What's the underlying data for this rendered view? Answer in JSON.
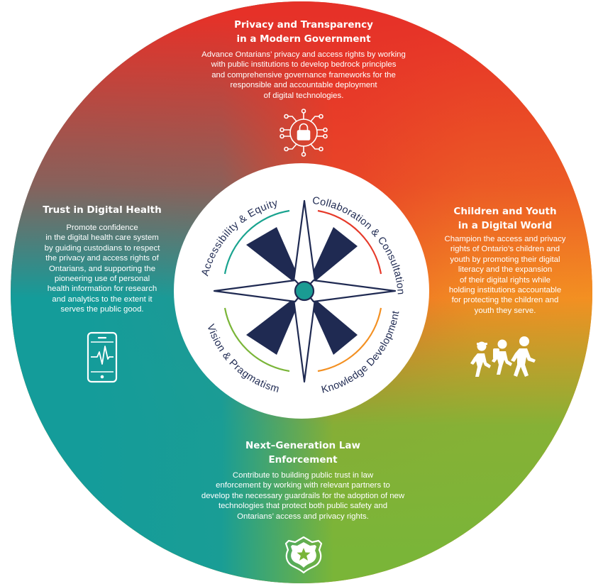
{
  "colors": {
    "red": "#e63a2a",
    "orange": "#f39022",
    "green": "#7ab538",
    "teal": "#149c9a",
    "navy": "#1f2a52",
    "center_teal": "#1a9b93",
    "white": "#ffffff"
  },
  "sections": {
    "top": {
      "title_lines": [
        "Privacy and Transparency",
        "in a Modern Government"
      ],
      "body_lines": [
        "Advance Ontarians’ privacy and access rights by working",
        "with public institutions to develop bedrock principles",
        "and comprehensive governance frameworks for the",
        "responsible and accountable deployment",
        "of digital technologies."
      ],
      "icon": "lock-circuit-icon"
    },
    "right": {
      "title_lines": [
        "Children and Youth",
        "in a Digital World"
      ],
      "body_lines": [
        "Champion the access and privacy",
        "rights of Ontario’s children and",
        "youth by promoting their digital",
        "literacy and the expansion",
        "of their digital rights while",
        "holding institutions accountable",
        "for protecting the children and",
        "youth they serve."
      ],
      "icon": "children-walking-icon"
    },
    "bottom": {
      "title_lines": [
        "Next–Generation Law",
        "Enforcement"
      ],
      "body_lines": [
        "Contribute to building public trust in law",
        "enforcement by working with relevant partners to",
        "develop the necessary guardrails for the adoption of new",
        "technologies that protect both public safety and",
        "Ontarians’ access and privacy rights."
      ],
      "icon": "police-badge-icon"
    },
    "left": {
      "title_lines": [
        "Trust in Digital Health"
      ],
      "body_lines": [
        "Promote confidence",
        "in the digital health care system",
        "by guiding custodians to respect",
        "the privacy and access rights of",
        "Ontarians, and supporting the",
        "pioneering use of personal",
        "health information for research",
        "and analytics to the extent it",
        "serves the public good."
      ],
      "icon": "phone-heartbeat-icon"
    }
  },
  "center": {
    "values": [
      {
        "label": "Accessibility & Equity",
        "color": "#19a38f"
      },
      {
        "label": "Collaboration & Consultation",
        "color": "#e63a2a"
      },
      {
        "label": "Knowledge Development",
        "color": "#f39022"
      },
      {
        "label": "Vision & Pragmatism",
        "color": "#7ab538"
      }
    ],
    "icon": "compass-star-icon"
  }
}
